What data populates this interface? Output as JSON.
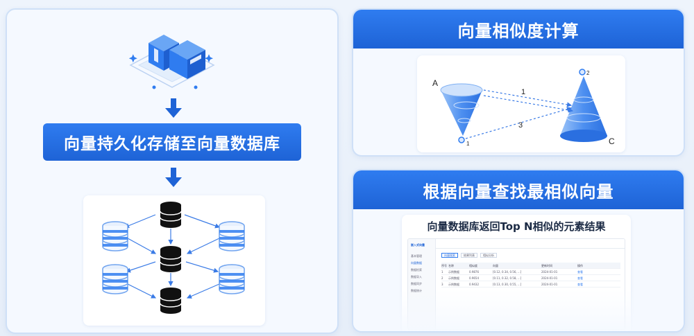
{
  "left_panel": {
    "storage_banner": "向量持久化存储至向量数据库"
  },
  "similarity_panel": {
    "title": "向量相似度计算",
    "labels": {
      "point_a": "A",
      "point_c": "C",
      "line_1": "1",
      "line_3": "3",
      "sub_1": "1",
      "sub_2": "2"
    }
  },
  "search_panel": {
    "title": "根据向量查找最相似向量",
    "result_title": "向量数据库返回Top N相似的元素结果",
    "mini_ui": {
      "logo": "嵌入式向量",
      "nav_items": [
        "基本管理",
        "向量数据",
        "数据检索",
        "数据导入",
        "数据同步",
        "数据统计"
      ],
      "tabs": [
        "向量搜索",
        "结果列表",
        "相似分析"
      ],
      "columns": [
        "序号",
        "名称",
        "相似度",
        "向量",
        "更新时间",
        "操作"
      ],
      "rows": [
        [
          "1",
          "示例数据",
          "0.9876",
          "[0.12, 0.34, 0.56, ...]",
          "2024-01-01",
          "查看"
        ],
        [
          "2",
          "示例数据",
          "0.9654",
          "[0.11, 0.32, 0.58, ...]",
          "2024-01-01",
          "查看"
        ],
        [
          "3",
          "示例数据",
          "0.9432",
          "[0.13, 0.30, 0.55, ...]",
          "2024-01-01",
          "查看"
        ]
      ]
    }
  },
  "colors": {
    "header_blue": "#1e63d6",
    "accent_blue": "#2f7cf0",
    "light_blue": "#cfe0f7"
  }
}
